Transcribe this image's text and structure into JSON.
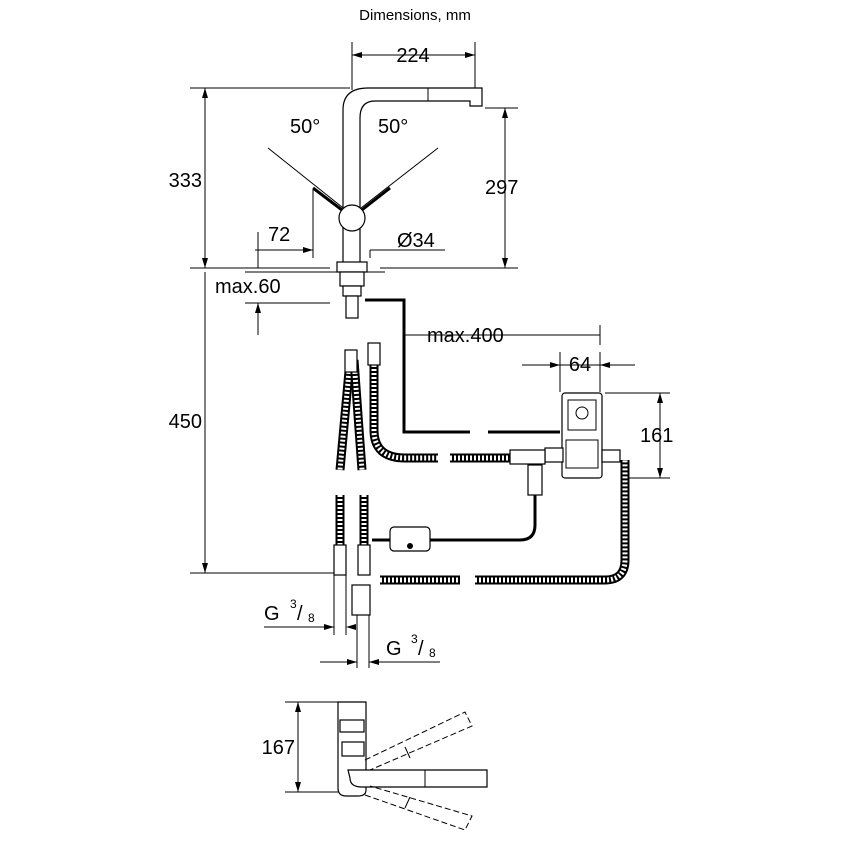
{
  "title": "Dimensions, mm",
  "dimensions": {
    "spout_reach": "224",
    "angle_left": "50°",
    "angle_right": "50°",
    "total_height": "333",
    "spout_height": "297",
    "lever_offset": "72",
    "base_diameter": "Ø34",
    "max_deck": "max.60",
    "max_cable": "max.400",
    "box_width": "64",
    "box_height": "161",
    "hose_length": "450",
    "connection_left": "G",
    "connection_right": "G",
    "thread_num": "3",
    "thread_den": "8",
    "plan_depth": "167"
  }
}
